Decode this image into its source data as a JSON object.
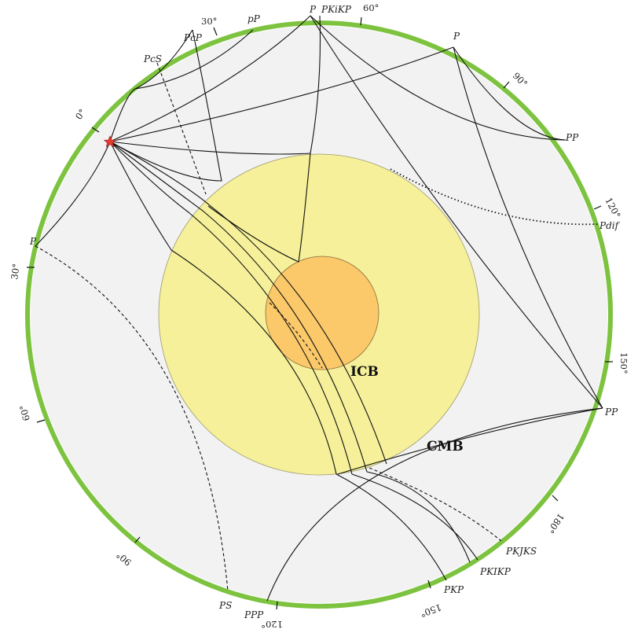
{
  "colors": {
    "page_bg": "#ffffff",
    "surface_ring": "#7dc33f",
    "mantle": "#f2f2f2",
    "outer_core": "#f5f099",
    "inner_core": "#fbc86a",
    "source_star": "#e63a2f",
    "ray": "#111111"
  },
  "boundaries": {
    "icb": "ICB",
    "cmb": "CMB"
  },
  "source": {
    "icon": "star-icon"
  },
  "phases": {
    "p_top": "P",
    "pkikp_top": "PKiKP",
    "pp_top": "pP",
    "pcp": "PcP",
    "pcs": "PcS",
    "p_right": "P",
    "pp_upper_right": "PP",
    "pdif": "Pdif",
    "p_left": "P",
    "pp_lower_right": "PP",
    "pkjks": "PKJKS",
    "pkikp_bottom": "PKIKP",
    "pkp": "PKP",
    "ps": "PS",
    "ppp": "PPP"
  },
  "degrees": {
    "d0": "0°",
    "d30_top": "30°",
    "d60_top": "60°",
    "d90_right": "90°",
    "d120_right": "120°",
    "d150_right": "150°",
    "d30_left": "30°",
    "d60_left": "60°",
    "d90_bottom": "90°",
    "d120_bottom": "120°",
    "d150_bottom": "150°",
    "d180": "180°"
  }
}
